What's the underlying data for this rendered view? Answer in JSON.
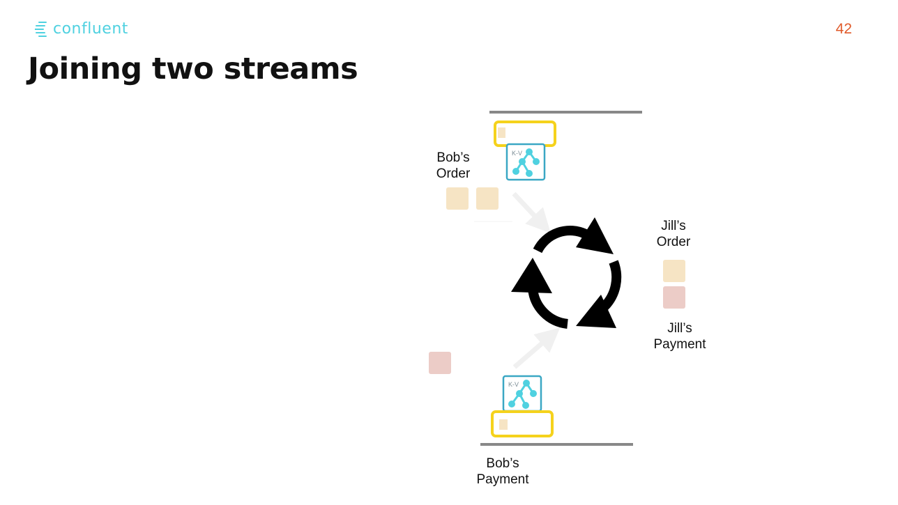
{
  "brand": {
    "logo_text": "confluent",
    "logo_icon": "confluent-logo-icon"
  },
  "page_number": "42",
  "title": "Joining two streams",
  "diagram": {
    "store_badge": "K-V",
    "labels": {
      "bob_order": [
        "Bob’s",
        "Order"
      ],
      "jill_order": [
        "Jill’s",
        "Order"
      ],
      "jill_payment": [
        "Jill’s",
        "Payment"
      ],
      "bob_payment": [
        "Bob’s",
        "Payment"
      ]
    },
    "colors": {
      "order": "#f6e4c4",
      "payment": "#ecccc7",
      "highlight": "#f5d21c",
      "store": "#3aa7c4",
      "node": "#4fd1e0",
      "topic_line": "#888888",
      "cycle": "#000000"
    },
    "icons": [
      "refresh-cycle-icon",
      "kv-store-icon"
    ]
  }
}
